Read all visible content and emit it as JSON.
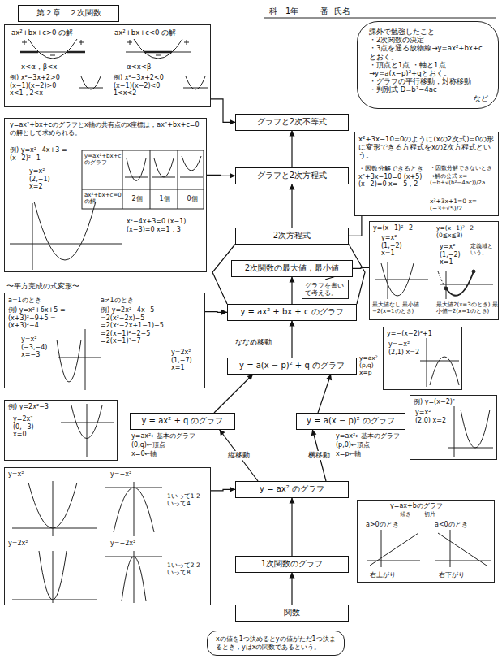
{
  "diagram": {
    "nodes": [
      {
        "text": [
          "第２章　２次関数"
        ]
      },
      {
        "text": [
          "グラフと2次不等式"
        ]
      },
      {
        "text": [
          "グラフと2次方程式"
        ]
      },
      {
        "text": [
          "2次方程式"
        ]
      },
      {
        "text": [
          "2次関数の最大値，最小値"
        ]
      },
      {
        "text": [
          "y = ax² + bx + c のグラフ"
        ]
      },
      {
        "text": [
          "y = a(x − p)² + q のグラフ"
        ]
      },
      {
        "text": [
          "y = ax² + q のグラフ"
        ]
      },
      {
        "text": [
          "y = a(x − p)² のグラフ"
        ]
      },
      {
        "text": [
          "y = ax² のグラフ"
        ]
      },
      {
        "text": [
          "1次関数のグラフ"
        ]
      },
      {
        "text": [
          "関数"
        ]
      },
      {
        "text": [
          "ax²+bx+c>0 の解",
          "ax²+bx+c<0 の解",
          "x<α，β<x",
          "α<x<β",
          "例) x²−3x+2>0 (x−1)(x−2)>0 x<1，2<x",
          "例) x²−3x+2<0 (x−1)(x−2)<0 1<x<2"
        ]
      },
      {
        "text": [
          "課外で勉強したこと",
          "・2次関数の決定",
          "・3点を通る放物線→y=ax²+bx+cとおく。",
          "・頂点と1点 ・軸と1点→y=a(x−p)²+qとおく。",
          "・グラフの平行移動，対称移動",
          "・判別式 D=b²−4ac",
          "など"
        ]
      },
      {
        "text": [
          "y=ax²+bx+cのグラフとx軸の共有点のx座標は，ax²+bx+c=0の解として求められる。",
          "例) y=x²−4x+3 =(x−2)²−1",
          "y=x² (2,−1) x=2",
          "y=ax²+bx+cのグラフ",
          "ax²+bx+c=0の解",
          "2個",
          "1個",
          "0個",
          "x²−4x+3=0 (x−1)(x−3)=0 x=1，3"
        ]
      },
      {
        "text": [
          "x²+3x−10=0のように(xの2次式)=0の形に変形できる方程式をxの2次方程式という。",
          "・因数分解できるとき x²+3x−10=0 (x+5)(x−2)=0 x=−5，2",
          "・因数分解できないとき",
          "→解の公式 x=(−b±√(b²−4ac))/2a",
          "x²+3x+1=0 x=(−3±√5)/2"
        ]
      },
      {
        "text": [
          "y=(x−1)²−2",
          "y=x² (1,−2) x=1",
          "最大値なし 最小値−2(x=1のとき)",
          "y=(x−1)²−2 (0≦x≦3)",
          "y=x² (1,−2) x=1",
          "定義域という。",
          "最大値2(x=3のとき) 最小値−2(x=1のとき)"
        ]
      },
      {
        "text": [
          "グラフを書いて考える。"
        ]
      },
      {
        "text": [
          "〜平方完成の式変形〜",
          "a=1のとき",
          "例) y=x²+6x+5 =(x+3)²−9+5 =(x+3)²−4",
          "y=x² (−3,−4) x=−3",
          "a≠1のとき",
          "例) y=2x²−4x−5 =2(x²−2x)−5 =2(x²−2x+1−1)−5 =2(x−1)²−2−5 =2(x−1)²−7",
          "y=2x² (1,−7) x=1"
        ]
      },
      {
        "text": [
          "y=−(x−2)²+1",
          "y=−x² (2,1) x=2"
        ]
      },
      {
        "text": [
          "例) y=2x²−3",
          "y=2x² (0,−3) x=0"
        ]
      },
      {
        "text": [
          "例) y=(x−2)²",
          "y=x² (2,0) x=2"
        ]
      },
      {
        "text": [
          "y=x²",
          "y=−x²",
          "1いって1 2いって4",
          "y=2x²",
          "y=−2x²",
          "1いって2 2いって8"
        ]
      },
      {
        "text": [
          "y=ax+bのグラフ",
          "傾き",
          "切片",
          "a>0のとき",
          "a<0のとき",
          "右上がり",
          "右下がり"
        ]
      },
      {
        "text": [
          "xの値を1つ決めるとyの値がただ1つ決まるとき，yはxの関数であるという。"
        ]
      }
    ],
    "edges": [
      {
        "from": 11,
        "to": 10,
        "arrow": "to"
      },
      {
        "from": 10,
        "to": 9,
        "arrow": "to"
      },
      {
        "from": 9,
        "to": 7,
        "label": "縦移動",
        "arrow": "to"
      },
      {
        "from": 9,
        "to": 8,
        "label": "横移動",
        "arrow": "to"
      },
      {
        "from": 7,
        "to": 6,
        "arrow": "to"
      },
      {
        "from": 8,
        "to": 6,
        "arrow": "to"
      },
      {
        "from": 6,
        "to": 5,
        "arrow": "to"
      },
      {
        "from": 5,
        "to": 4,
        "arrow": "to"
      },
      {
        "from": 5,
        "to": 3,
        "arrow": "none"
      },
      {
        "from": 5,
        "to": 3,
        "arrow": "none"
      },
      {
        "from": 3,
        "to": 2,
        "arrow": "to"
      },
      {
        "from": 2,
        "to": 1,
        "arrow": "to"
      },
      {
        "from": 12,
        "to": 1,
        "arrow": "to"
      },
      {
        "from": 14,
        "to": 2,
        "arrow": "to"
      },
      {
        "from": 18,
        "to": 5,
        "arrow": "to"
      },
      {
        "from": 22,
        "to": 9,
        "arrow": "to"
      },
      {
        "from": 3,
        "to": 15,
        "arrow": "none"
      },
      {
        "from": 4,
        "to": 16,
        "arrow": "none"
      },
      {
        "from": 4,
        "to": 17,
        "arrow": "none"
      }
    ],
    "labels": [
      "科",
      "1年",
      "番",
      "氏名",
      "y=ax² (p,q) x=p",
      "y=ax²←基本のグラフ",
      "(0,q)←頂点",
      "x=0←軸",
      "y=ax²←基本のグラフ",
      "(p,0)←頂点",
      "x=p←軸",
      "ななめ移動"
    ]
  }
}
